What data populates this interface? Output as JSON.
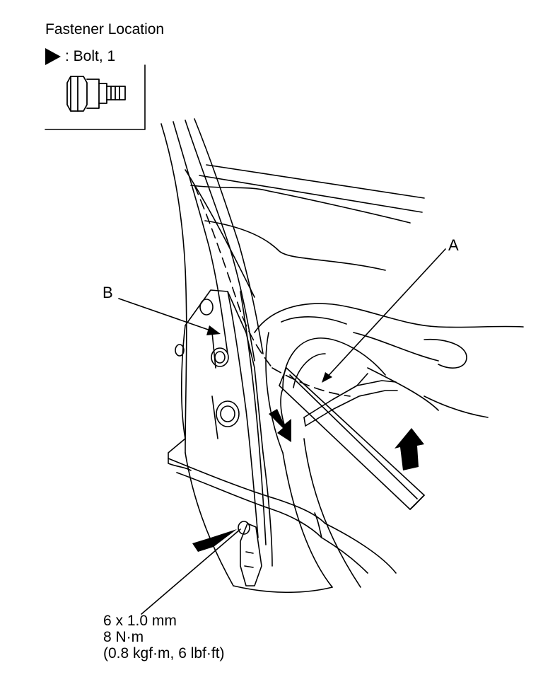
{
  "legend": {
    "title": "Fastener Location",
    "bolt_label": ": Bolt, 1"
  },
  "callouts": {
    "a": "A",
    "b": "B"
  },
  "torque_spec": {
    "size": "6 x 1.0 mm",
    "torque_nm": "8 N·m",
    "torque_alt": "(0.8 kgf·m, 6 lbf·ft)"
  }
}
